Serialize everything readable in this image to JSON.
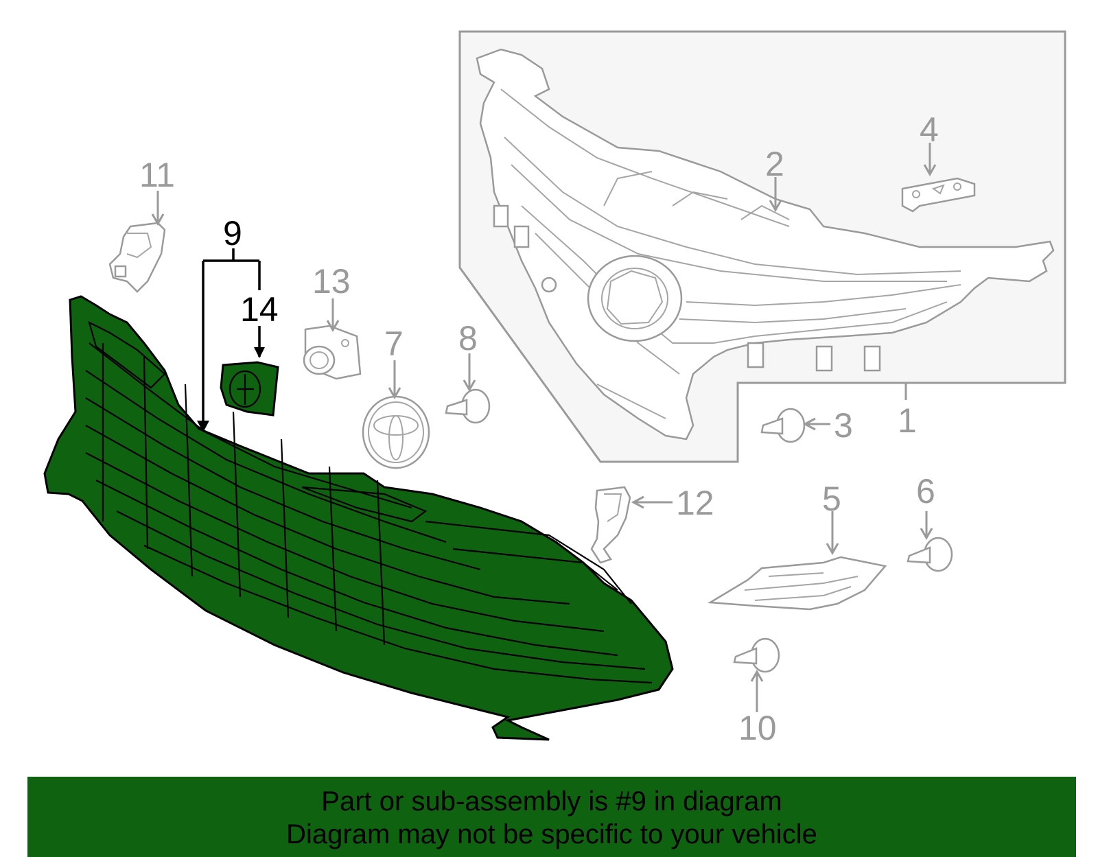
{
  "diagram": {
    "callouts": [
      {
        "id": "1",
        "label": "1"
      },
      {
        "id": "2",
        "label": "2"
      },
      {
        "id": "3",
        "label": "3"
      },
      {
        "id": "4",
        "label": "4"
      },
      {
        "id": "5",
        "label": "5"
      },
      {
        "id": "6",
        "label": "6"
      },
      {
        "id": "7",
        "label": "7"
      },
      {
        "id": "8",
        "label": "8"
      },
      {
        "id": "9",
        "label": "9"
      },
      {
        "id": "10",
        "label": "10"
      },
      {
        "id": "11",
        "label": "11"
      },
      {
        "id": "12",
        "label": "12"
      },
      {
        "id": "13",
        "label": "13"
      },
      {
        "id": "14",
        "label": "14"
      }
    ],
    "highlight_color": "#0f620f",
    "line_color": "#9a9a9a"
  },
  "banner": {
    "line1": "Part or sub-assembly is #9 in diagram",
    "line2": "Diagram may not be specific to your vehicle",
    "background": "#0f620f"
  }
}
